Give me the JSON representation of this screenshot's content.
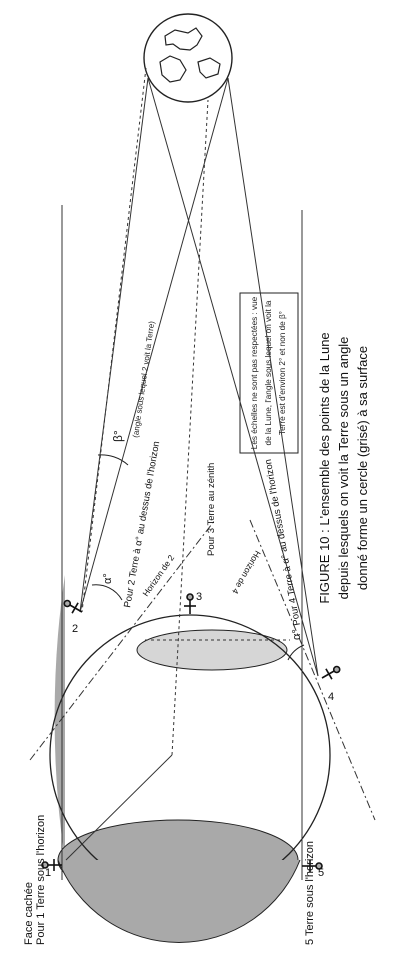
{
  "caption": {
    "line1": "FIGURE 10 : L'ensemble des points de la Lune",
    "line2": "depuis lesquels on voit la Terre sous un angle",
    "line3": "donné forme un cercle (grisé) à sa surface"
  },
  "note": {
    "line1": "Les échelles ne sont pas respectées : vue",
    "line2": "de la Lune, l'angle sous lequel on voit la",
    "line3": "Terre est d'environ 2° et non de β°"
  },
  "labels": {
    "beta_symbol": "β°",
    "beta_note": "(angle sous lequel 2 voit la Terre)",
    "pour2": "Pour 2 Terre à α° au dessus de l'horizon",
    "pour3": "Pour 3 Terre au zénith",
    "pour4": "Pour 4 Terre à α° au dessus de l'horizon",
    "horizon2": "Horizon de 2",
    "horizon4": "Horizon de 4",
    "alpha_left": "α°",
    "alpha_right": "α°",
    "pour1": "Pour 1 Terre sous l'horizon",
    "pour5": "5 Terre sous l'horizon",
    "face_cachee": "Face cachée",
    "n1": "1",
    "n2": "2",
    "n3": "3",
    "n4": "4",
    "n5": "5"
  },
  "colors": {
    "hidden_face": "#a9a9a9",
    "visible_ellipse": "#d6d6d6",
    "line": "#1a1a1a"
  }
}
